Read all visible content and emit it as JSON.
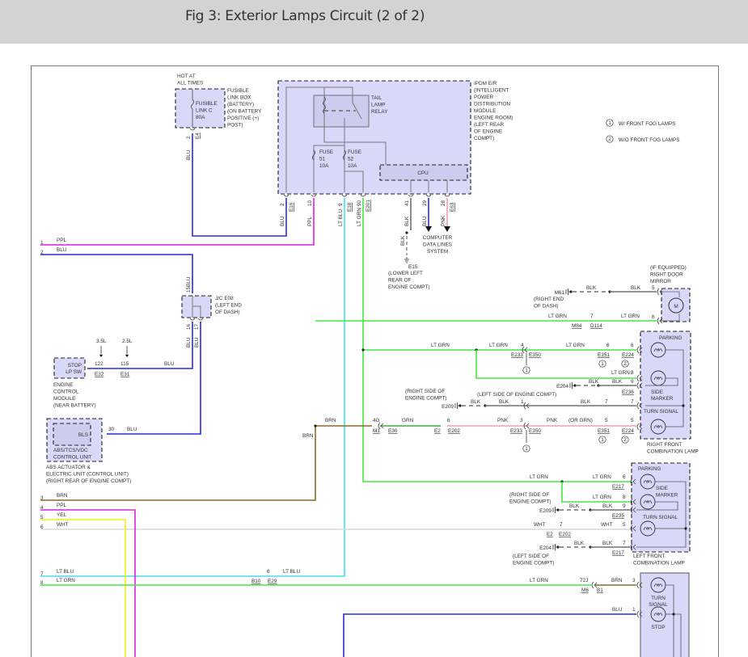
{
  "header": {
    "title": "Fig 3: Exterior Lamps Circuit (2 of 2)"
  },
  "legend": [
    {
      "mark": "1",
      "text": "W/ FRONT FOG LAMPS"
    },
    {
      "mark": "2",
      "text": "W/O FRONT FOG LAMPS"
    }
  ],
  "wire_colors": {
    "BLU": "#2a2ad8",
    "PPL": "#e020e0",
    "LT BLU": "#40e0f0",
    "LT GRN": "#44e844",
    "BLK": "#707070",
    "PNK": "#f0a0b0",
    "BRN": "#8b6a2a",
    "GRN": "#44aa44",
    "YEL": "#f0f020",
    "WHT": "#d8d8d8"
  },
  "components": {
    "fusible_link": {
      "hot": [
        "HOT AT",
        "ALL TIMES"
      ],
      "inner": [
        "FUSIBLE",
        "LINK C",
        "80A"
      ],
      "label": [
        "FUSIBLE",
        "LINK BOX",
        "(BATTERY)",
        "(ON BATTERY",
        "POSITIVE (+)",
        "POST)"
      ],
      "pin": "2",
      "connector": "E4",
      "wire": "BLU"
    },
    "ipdm": {
      "label": [
        "IPDM E/R",
        "(INTELLIGENT",
        "POWER",
        "DISTRIBUTION",
        "MODULE",
        "ENGINE ROOM)",
        "(LEFT REAR",
        "OF ENGINE",
        "COMPT)"
      ],
      "relay": [
        "TAIL",
        "LAMP",
        "RELAY"
      ],
      "fuse51": [
        "FUSE",
        "51",
        "10A"
      ],
      "fuse52": [
        "FUSE",
        "52",
        "10A"
      ],
      "cpu": "CPU",
      "pins": [
        {
          "pin": "2",
          "conn": "E16",
          "wire": "BLU"
        },
        {
          "pin": "10",
          "conn": "",
          "wire": "PPL"
        },
        {
          "pin": "9",
          "conn": "E18",
          "wire": "LT BLU"
        },
        {
          "pin": "90",
          "conn": "E201",
          "wire": "LT GRN"
        },
        {
          "pin": "41",
          "conn": "",
          "wire": "BLK"
        },
        {
          "pin": "29",
          "conn": "",
          "wire": "BLU"
        },
        {
          "pin": "28",
          "conn": "E63",
          "wire": "PNK"
        }
      ]
    },
    "ground_e15": {
      "wire": "BLK",
      "name": "E15",
      "label": [
        "(LOWER LEFT",
        "REAR OF",
        "ENGINE COMPT)"
      ]
    },
    "data_lines": [
      "COMPUTER",
      "DATA LINES",
      "SYSTEM"
    ],
    "jc_e08": {
      "label": [
        "J/C E08",
        "(LEFT END",
        "OF DASH)"
      ],
      "pins": [
        "15",
        "16",
        "17"
      ],
      "wire": "BLU"
    },
    "ecm": {
      "box": [
        "STOP",
        "LP SW"
      ],
      "label": [
        "ENGINE",
        "CONTROL",
        "MODULE",
        "(NEAR BATTERY)"
      ],
      "variants": [
        {
          "engine": "3.5L",
          "pin": "122",
          "conn": "E32"
        },
        {
          "engine": "2.5L",
          "pin": "115",
          "conn": "E31"
        }
      ],
      "wire": "BLU"
    },
    "abs": {
      "inner": "BLS",
      "box": [
        "ABS/TCS/VDC",
        "CONTROL UNIT"
      ],
      "label": [
        "ABS ACTUATOR &",
        "ELECTRIC UNIT (CONTROL UNIT)",
        "(RIGHT REAR OF ENGINE COMPT)"
      ],
      "pin": "30",
      "wire": "BLU"
    },
    "right_mirror": {
      "label": [
        "(IF EQUIPPED)",
        "RIGHT DOOR",
        "MIRROR"
      ],
      "ground": {
        "name": "M61",
        "loc": [
          "(RIGHT END",
          "OF DASH)"
        ]
      },
      "pin_blk": "5",
      "pin_ltgrn": "6",
      "conn_left": "M84",
      "conn_right": "D114",
      "joint_pin": "7"
    },
    "right_front_lamp": {
      "label": [
        "RIGHT FRONT",
        "COMBINATION LAMP"
      ],
      "bulbs": [
        "PARKING",
        "SIDE",
        "MARKER",
        "TURN SIGNAL"
      ],
      "connectors": [
        "E233",
        "E350",
        "E351",
        "E224",
        "E236",
        "E204",
        "E209"
      ],
      "ground_loc_right": [
        "(RIGHT SIDE OF",
        "ENGINE COMPT)"
      ],
      "ground_loc_left": "(LEFT SIDE OF ENGINE COMPT)",
      "or_grn": "(OR GRN)"
    },
    "left_front_lamp": {
      "label": [
        "LEFT FRONT",
        "COMBINATION LAMP"
      ],
      "bulbs": [
        "PARKING",
        "SIDE",
        "MARKER",
        "TURN SIGNAL"
      ],
      "connectors": [
        "E217",
        "E235",
        "E209",
        "E204",
        "E2",
        "E202"
      ],
      "ground_loc_right": [
        "(RIGHT SIDE OF",
        "ENGINE COMPT)"
      ],
      "ground_loc_left": [
        "(LEFT SIDE OF",
        "ENGINE COMPT)"
      ]
    },
    "rear_lamp": {
      "bulbs": [
        "TURN",
        "SIGNAL",
        "STOP"
      ],
      "conn_left": "M6",
      "conn_right": "B1",
      "pin_left": "72J",
      "pin_brn": "3",
      "pin_blu": "1"
    },
    "brn_joint": {
      "pin": "4G",
      "conn_left": "M1",
      "conn_right": "E30",
      "conn2_left": "E2",
      "conn2_right": "E202",
      "pin2": "6"
    },
    "ltblu_joint": {
      "pin": "6",
      "conn_left": "B10",
      "conn_right": "E29"
    }
  },
  "left_terminals": [
    {
      "num": "1",
      "wire": "PPL"
    },
    {
      "num": "2",
      "wire": "BLU"
    },
    {
      "num": "3",
      "wire": "BRN"
    },
    {
      "num": "4",
      "wire": "PPL"
    },
    {
      "num": "5",
      "wire": "YEL"
    },
    {
      "num": "6",
      "wire": "WHT"
    },
    {
      "num": "7",
      "wire": "LT BLU"
    },
    {
      "num": "8",
      "wire": "LT GRN"
    }
  ]
}
